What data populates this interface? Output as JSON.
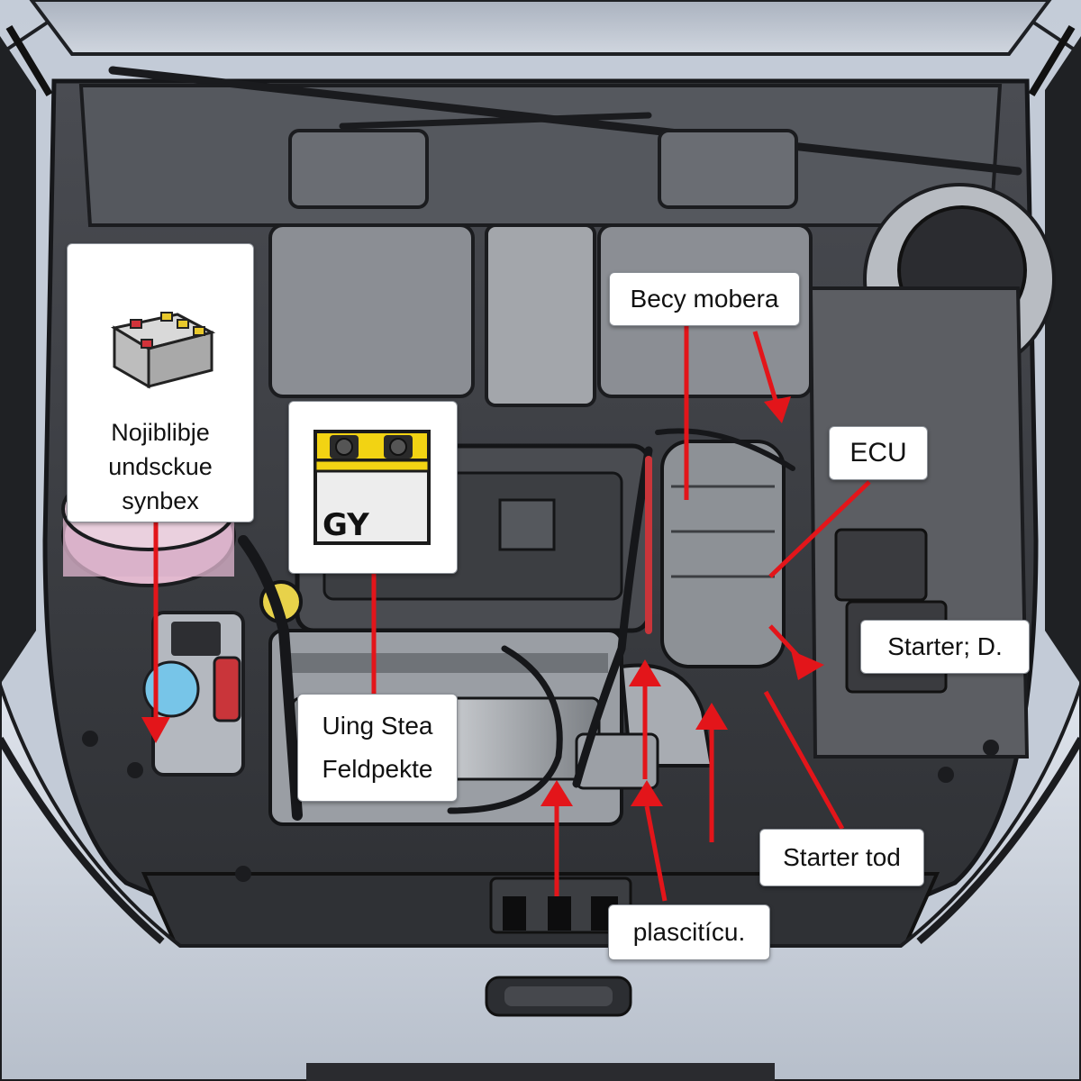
{
  "diagram": {
    "labels": {
      "left_line1": "Nojiblibje",
      "left_line2": "undsckue",
      "left_line3": "synbex",
      "battery_badge": "GY",
      "top": "Becy mobera",
      "ecu": "ECU",
      "center_line1": "Uing Stea",
      "center_line2": "Feldpekte",
      "starter_d": "Starter; D.",
      "starter_tod": "Starter tod",
      "bottom": "plascitícu."
    },
    "icons": [
      "car-battery-icon",
      "battery-yellow-icon"
    ],
    "colors": {
      "arrow": "#e3151a",
      "bumper": "#d7dde8",
      "engine_bay": "#3b3d42",
      "battery_top": "#f2d313",
      "label_bg": "#ffffff"
    }
  }
}
